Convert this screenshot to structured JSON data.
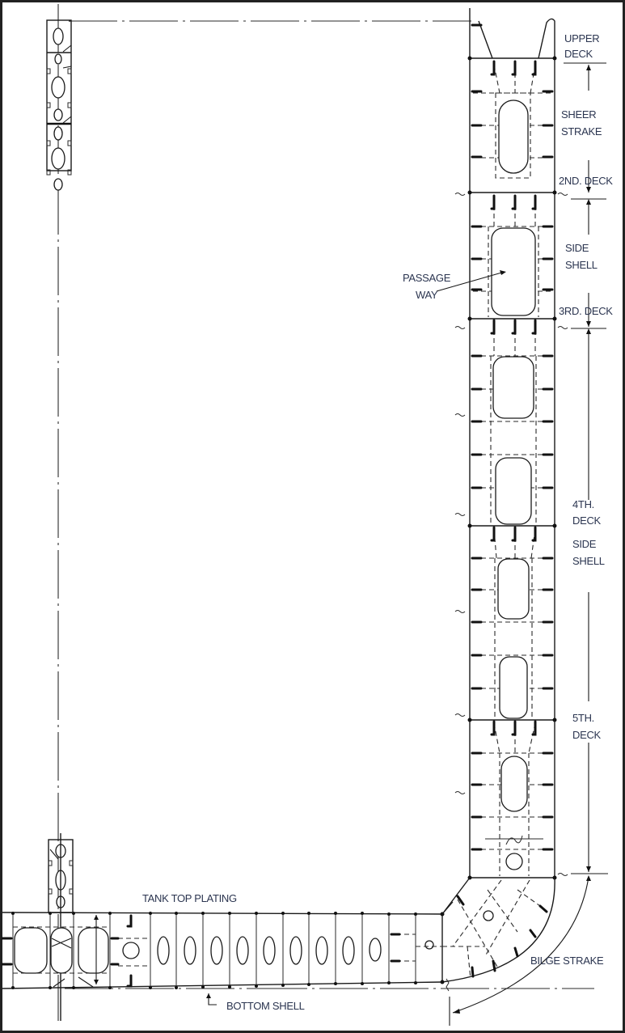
{
  "figure": {
    "type": "midship section - ship structural drawing",
    "border_color": "#222222",
    "text_color": "#2b3550"
  },
  "labels": {
    "upper_deck": [
      "UPPER",
      "DECK"
    ],
    "sheer_strake": [
      "SHEER",
      "STRAKE"
    ],
    "second_deck": "2ND. DECK",
    "side_shell_upper": [
      "SIDE",
      "SHELL"
    ],
    "passage_way": [
      "PASSAGE",
      "WAY"
    ],
    "third_deck": "3RD. DECK",
    "fourth_deck": [
      "4TH.",
      "DECK"
    ],
    "side_shell_lower": [
      "SIDE",
      "SHELL"
    ],
    "fifth_deck": [
      "5TH.",
      "DECK"
    ],
    "tank_top_plating": "TANK TOP PLATING",
    "bilge_strake": "BILGE STRAKE",
    "bottom_shell": "BOTTOM SHELL"
  }
}
